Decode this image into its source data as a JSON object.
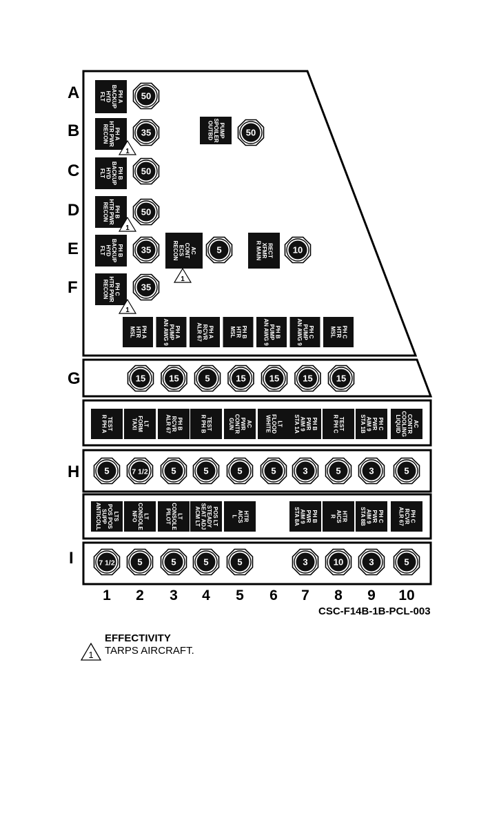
{
  "row_labels": [
    "A",
    "B",
    "C",
    "D",
    "E",
    "F",
    "G",
    "H",
    "I"
  ],
  "col_labels": [
    "1",
    "2",
    "3",
    "4",
    "5",
    "6",
    "7",
    "8",
    "9",
    "10"
  ],
  "effectivity_mark": "1",
  "upper": [
    {
      "row": "A",
      "label": [
        "FLT",
        "HYD",
        "BACKUP",
        "PH A"
      ],
      "amp": "50",
      "tarps": false
    },
    {
      "row": "B",
      "label": [
        "RECON",
        "HTR PWR",
        "PH A"
      ],
      "amp": "35",
      "tarps": true
    },
    {
      "row": "B2",
      "label": [
        "OUTBD",
        "SPOILER",
        "PUMP"
      ],
      "amp": "50",
      "tarps": false
    },
    {
      "row": "C",
      "label": [
        "FLT",
        "HYD",
        "BACKUP",
        "PH B"
      ],
      "amp": "50",
      "tarps": false
    },
    {
      "row": "D",
      "label": [
        "RECON",
        "HTR PWR",
        "PH B"
      ],
      "amp": "50",
      "tarps": true
    },
    {
      "row": "E",
      "label": [
        "FLT",
        "HYD",
        "BACKUP",
        "PH B"
      ],
      "amp": "35",
      "tarps": false
    },
    {
      "row": "E2",
      "label": [
        "RECON",
        "ECS",
        "CONT",
        "AC"
      ],
      "amp": "5",
      "tarps": true
    },
    {
      "row": "E3",
      "label": [
        "R MAIN",
        "XFMR",
        "RECT"
      ],
      "amp": "10",
      "tarps": false
    },
    {
      "row": "F",
      "label": [
        "RECON",
        "HTR PWR",
        "PH C"
      ],
      "amp": "35",
      "tarps": true
    }
  ],
  "g_labels": [
    [
      "MSL",
      "HTR",
      "PH A"
    ],
    [
      "AN AWG 9",
      "PUMP",
      "PH A"
    ],
    [
      "ALR 67",
      "RCVR",
      "PH A"
    ],
    [
      "MSL",
      "HTR",
      "PH B"
    ],
    [
      "AN AWG 9",
      "PUMP",
      "PH B"
    ],
    [
      "AN AWG 9",
      "PUMP",
      "PH C"
    ],
    [
      "MSL",
      "HTR",
      "PH C"
    ]
  ],
  "g_amps": [
    "15",
    "15",
    "5",
    "15",
    "15",
    "15",
    "15"
  ],
  "h_labels": [
    [
      "R PH A",
      "TEST"
    ],
    [
      "TAXI",
      "FORM",
      "LT"
    ],
    [
      "ALR 67",
      "RCVR",
      "PH B"
    ],
    [
      "R PH B",
      "TEST"
    ],
    [
      "GUN",
      "CONTR",
      "PWR",
      "AC"
    ],
    [
      "WHITE",
      "FLOOD",
      "LT"
    ],
    [
      "STA 1A",
      "AIM 9",
      "PWR",
      "PH B"
    ],
    [
      "R PH C",
      "TEST"
    ],
    [
      "STA 1B",
      "AIM 9",
      "PWR",
      "PH C"
    ],
    [
      "LIQUID",
      "COOLING",
      "CONTR",
      "AC"
    ]
  ],
  "h_amps": [
    "5",
    "7 1/2",
    "5",
    "5",
    "5",
    "5",
    "3",
    "5",
    "3",
    "5"
  ],
  "i_labels": [
    [
      "ANTICOLL",
      "SUPP",
      "POS POS",
      "LTS"
    ],
    [
      "NFO",
      "CONSOLE",
      "LT"
    ],
    [
      "PILOT",
      "CONSOLE",
      "LT"
    ],
    [
      "ACM LT",
      "SEAT ADJ",
      "STEADY",
      "POS LT"
    ],
    [
      "L",
      "AICS",
      "HTR"
    ],
    null,
    [
      "STA 8A",
      "AIM 9",
      "PWR",
      "PH B"
    ],
    [
      "R",
      "AICS",
      "HTR"
    ],
    [
      "STA 8B",
      "AIM 9",
      "PWR",
      "PH C"
    ],
    [
      "ALR 67",
      "RCVR",
      "PH C"
    ]
  ],
  "i_amps": [
    "7 1/2",
    "5",
    "5",
    "5",
    "5",
    null,
    "3",
    "10",
    "3",
    "5"
  ],
  "figure_code": "CSC-F14B-1B-PCL-003",
  "legend": {
    "title": "EFFECTIVITY",
    "text": "TARPS AIRCRAFT."
  }
}
